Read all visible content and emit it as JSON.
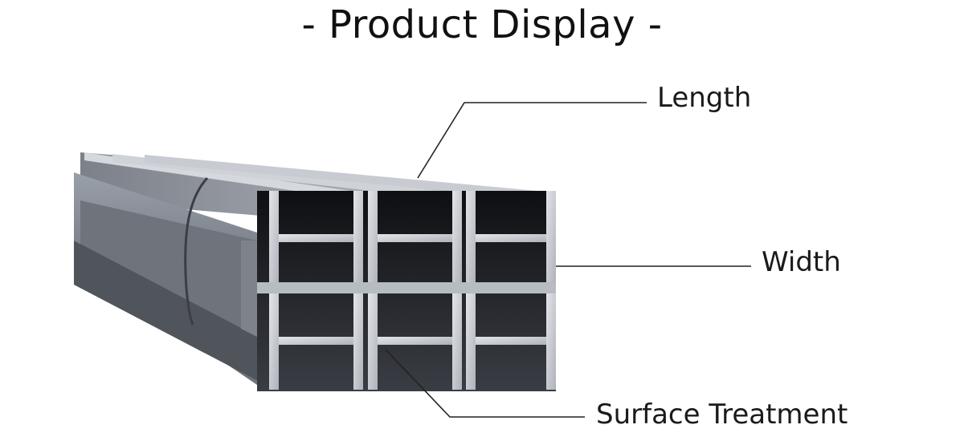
{
  "page": {
    "title": "- Product Display -"
  },
  "callouts": {
    "length": "Length",
    "width": "Width",
    "surface": "Surface Treatment"
  },
  "colors": {
    "steel_light": "#c9ccd2",
    "steel_mid": "#8a8f98",
    "steel_dark": "#4a4e56",
    "shadow": "#1b1d22",
    "leader_line": "#222222"
  }
}
